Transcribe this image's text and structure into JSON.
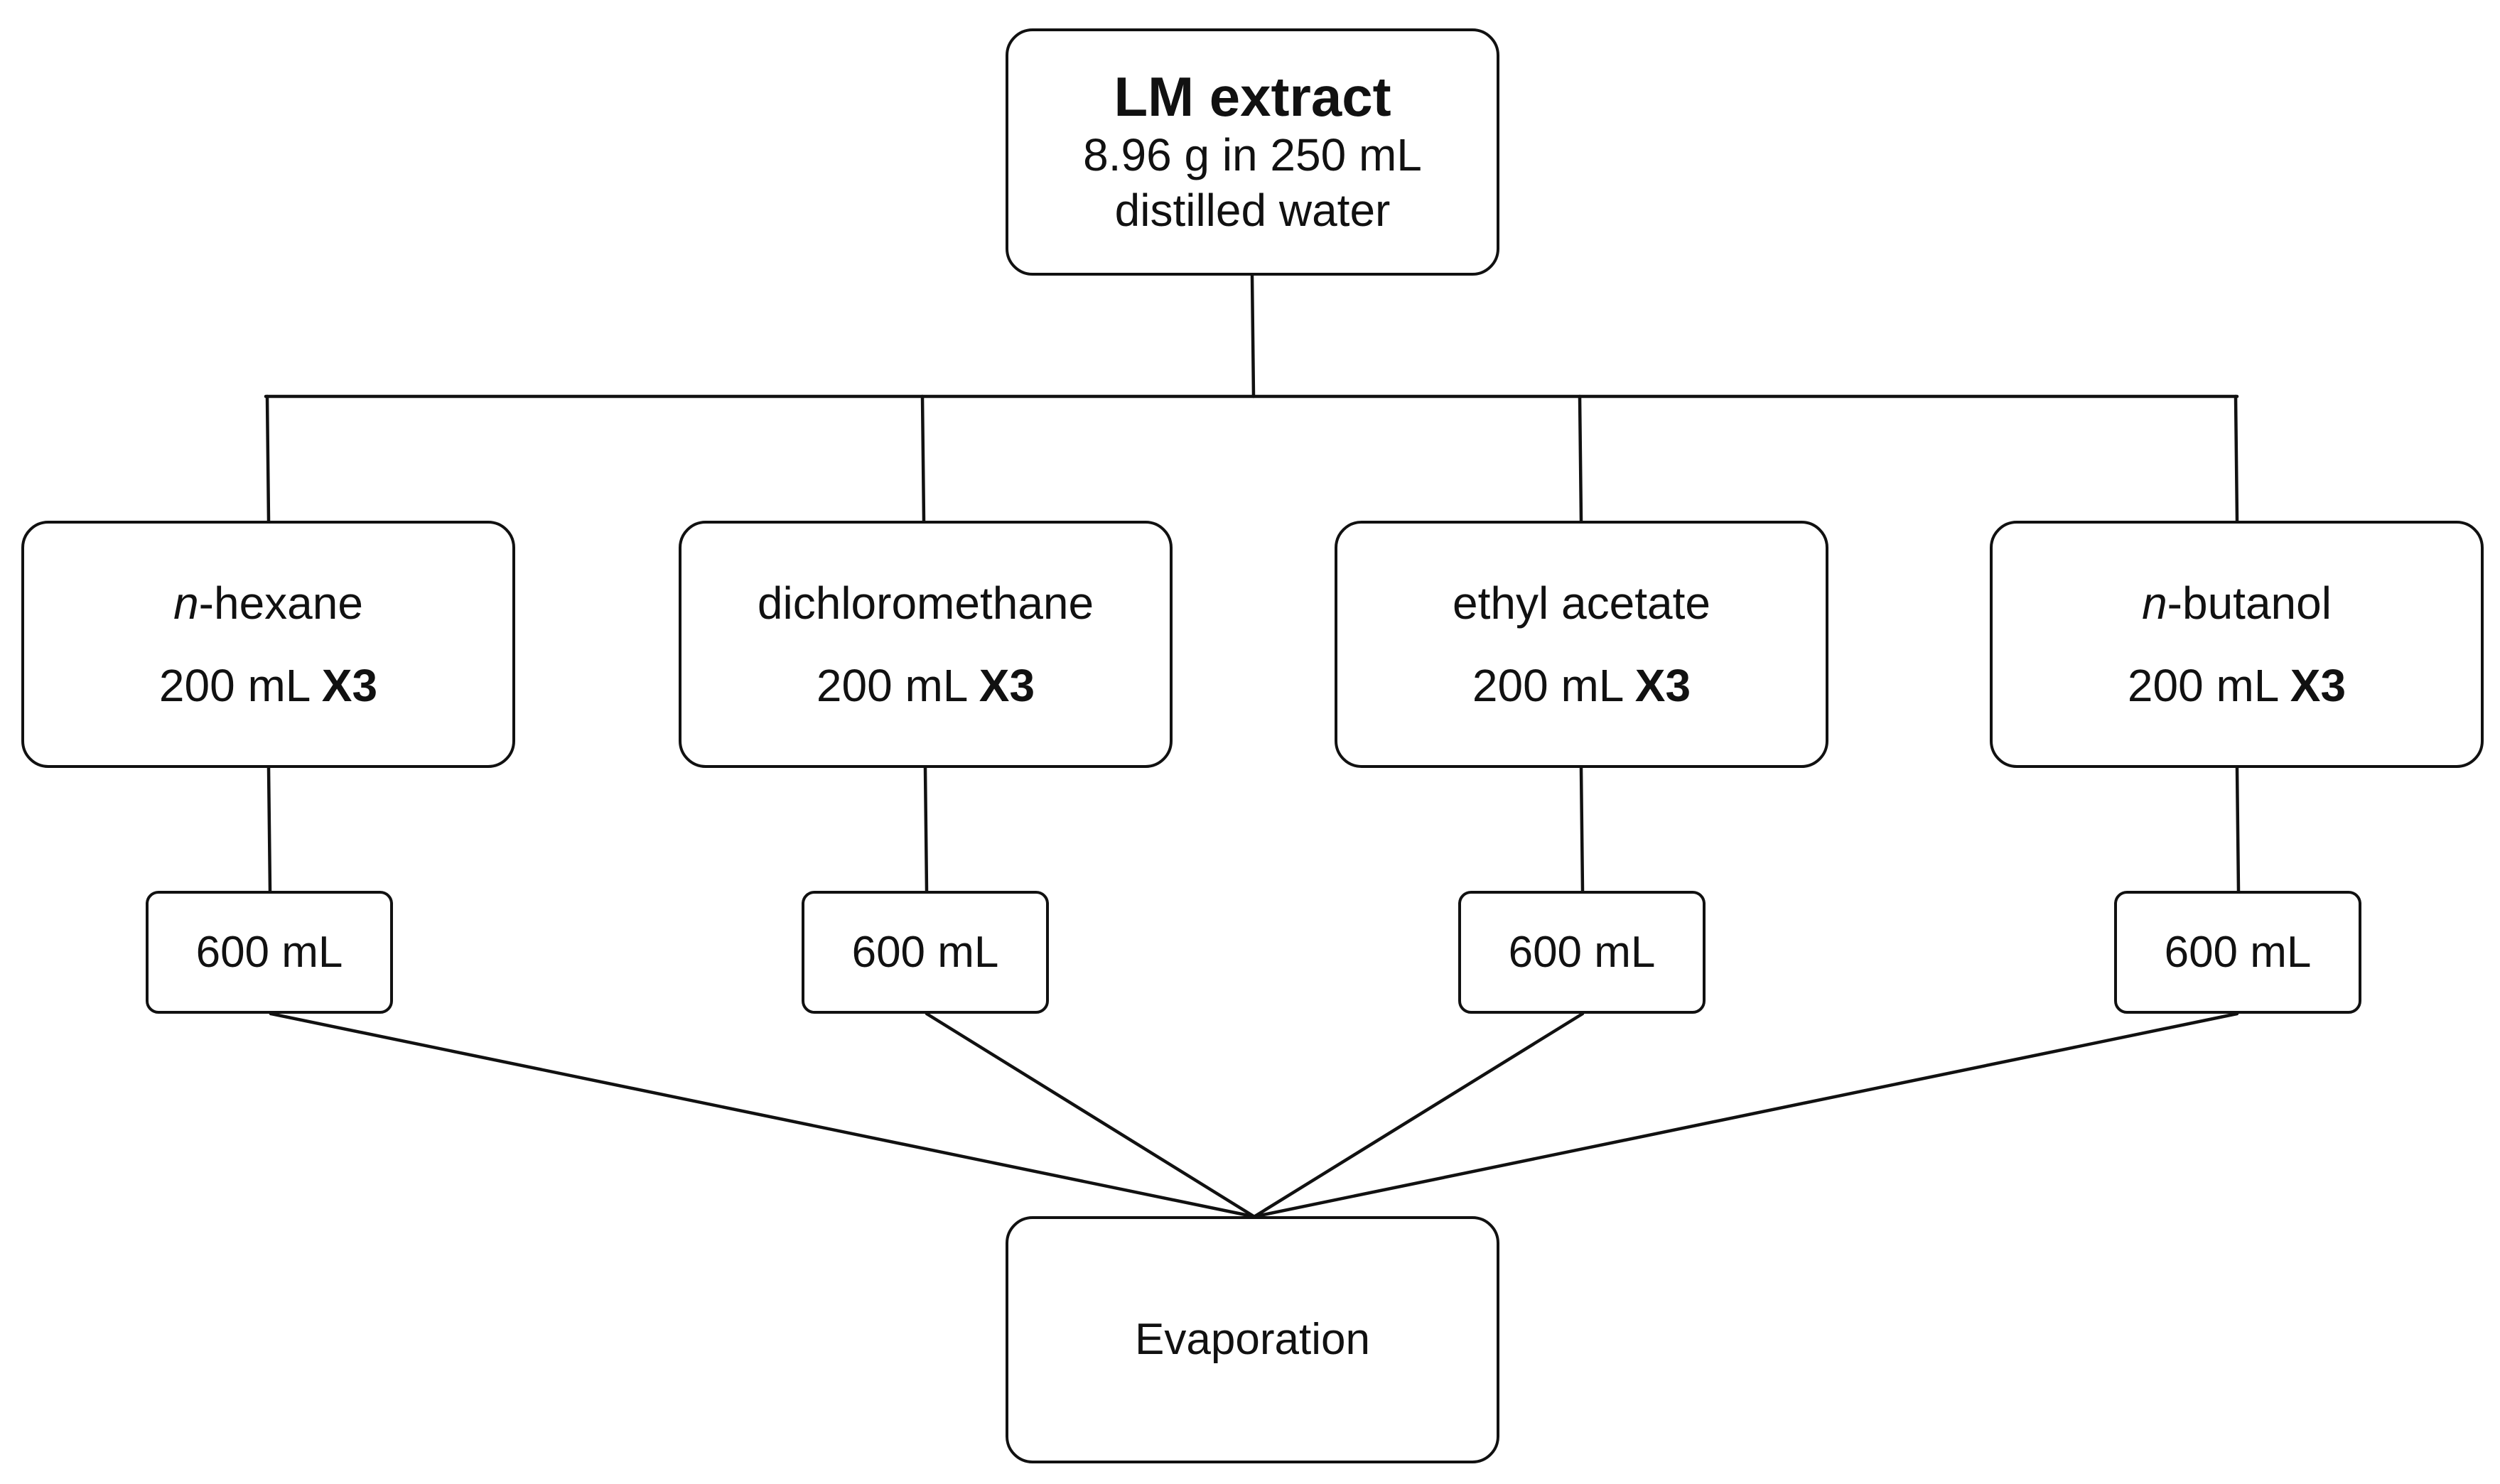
{
  "source": {
    "title": "LM extract",
    "line1": "8.96 g in 250 mL",
    "line2": "distilled water"
  },
  "solvents": [
    {
      "prefix": "n",
      "name": "-hexane",
      "volume": "200 mL",
      "times": "X3",
      "collected": "600 mL"
    },
    {
      "prefix": "",
      "name": "dichloromethane",
      "volume": "200 mL",
      "times": "X3",
      "collected": "600 mL"
    },
    {
      "prefix": "",
      "name": "ethyl acetate",
      "volume": "200 mL",
      "times": "X3",
      "collected": "600 mL"
    },
    {
      "prefix": "n",
      "name": "-butanol",
      "volume": "200 mL",
      "times": "X3",
      "collected": "600 mL"
    }
  ],
  "final_step": {
    "label": "Evaporation"
  }
}
